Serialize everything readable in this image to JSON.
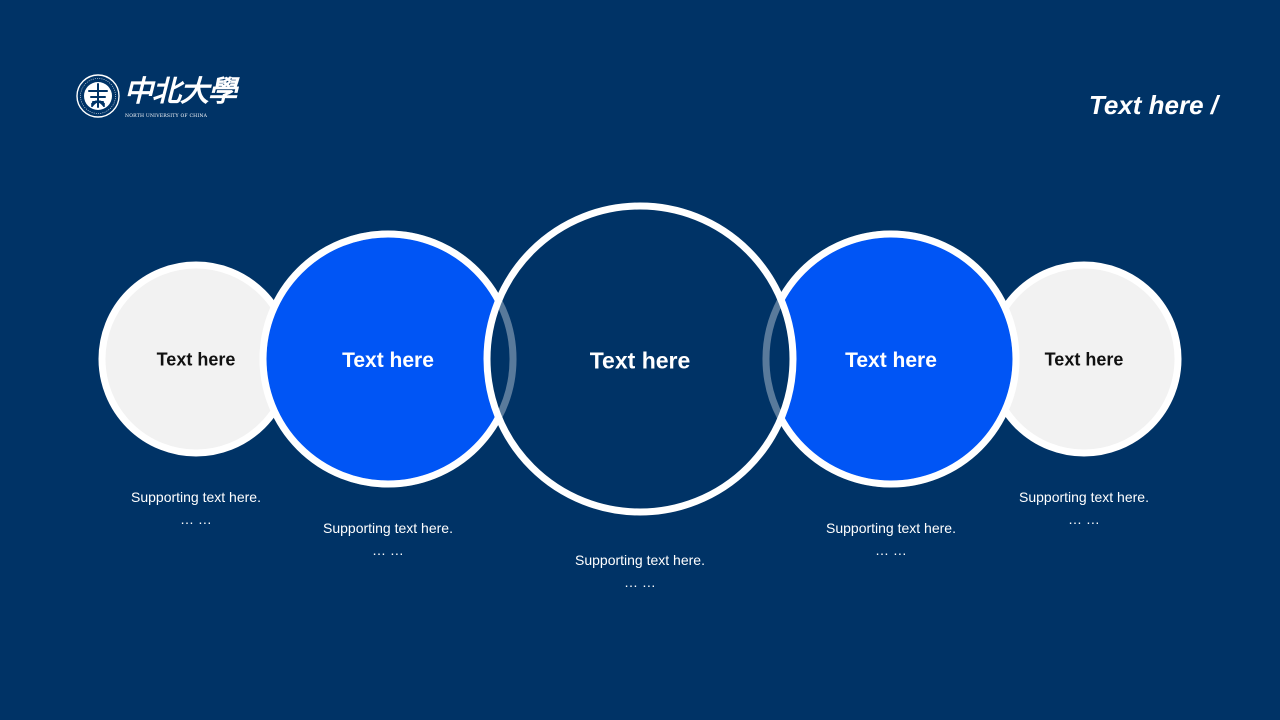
{
  "header": {
    "title": "Text here /"
  },
  "logo": {
    "name": "中北大學",
    "subtitle": "NORTH UNIVERSITY OF CHINA"
  },
  "colors": {
    "background": "#003366",
    "accent_blue": "#0055F5",
    "light_fill": "#F2F2F2",
    "ring": "#FFFFFF"
  },
  "diagram": {
    "nodes": [
      {
        "label": "Text here",
        "caption_line1": "Supporting text here.",
        "caption_line2": "… …"
      },
      {
        "label": "Text here",
        "caption_line1": "Supporting text here.",
        "caption_line2": "… …"
      },
      {
        "label": "Text here",
        "caption_line1": "Supporting text here.",
        "caption_line2": "… …"
      },
      {
        "label": "Text here",
        "caption_line1": "Supporting text here.",
        "caption_line2": "… …"
      },
      {
        "label": "Text here",
        "caption_line1": "Supporting text here.",
        "caption_line2": "… …"
      }
    ]
  }
}
